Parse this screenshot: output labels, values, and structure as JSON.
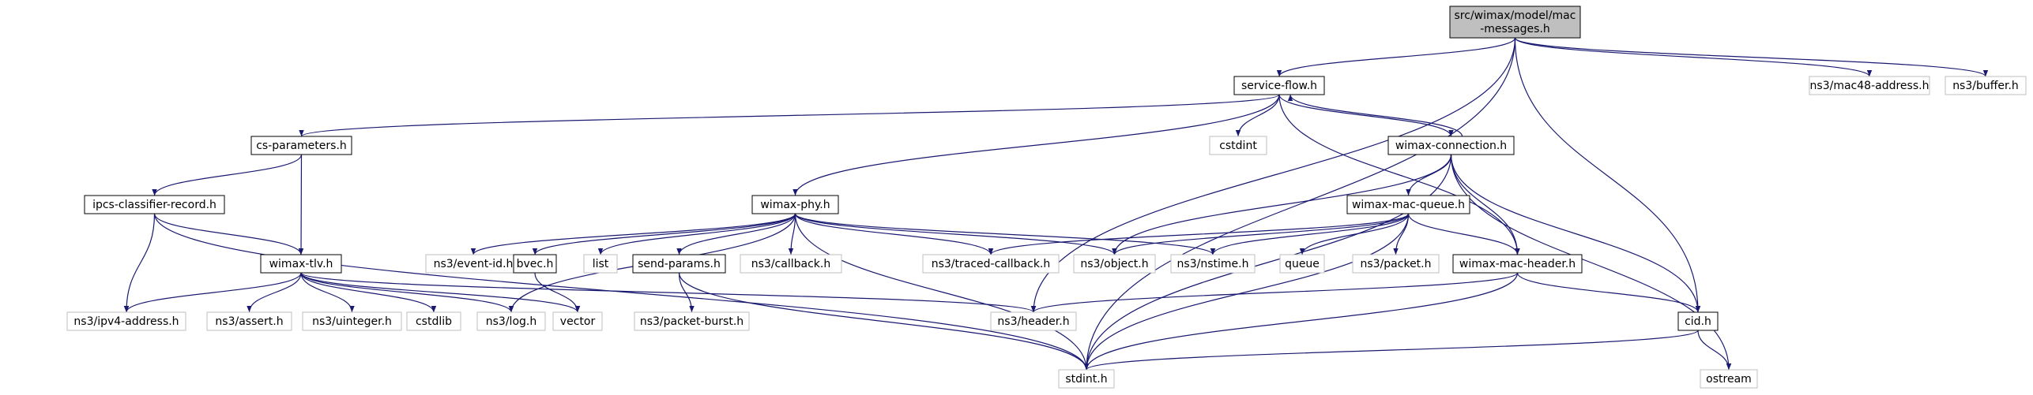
{
  "colors": {
    "edge": "#191970",
    "root_fill": "#bfbfbf",
    "internal_border": "#000000",
    "external_border": "#bfbfbf",
    "background": "#ffffff"
  },
  "nodes": [
    {
      "id": "root",
      "kind": "root",
      "lines": [
        "src/wimax/model/mac",
        "-messages.h"
      ]
    },
    {
      "id": "service_flow",
      "kind": "internal",
      "lines": [
        "service-flow.h"
      ]
    },
    {
      "id": "mac48",
      "kind": "external",
      "lines": [
        "ns3/mac48-address.h"
      ]
    },
    {
      "id": "buffer",
      "kind": "external",
      "lines": [
        "ns3/buffer.h"
      ]
    },
    {
      "id": "cs_params",
      "kind": "internal",
      "lines": [
        "cs-parameters.h"
      ]
    },
    {
      "id": "cstdint",
      "kind": "external",
      "lines": [
        "cstdint"
      ]
    },
    {
      "id": "wimax_conn",
      "kind": "internal",
      "lines": [
        "wimax-connection.h"
      ]
    },
    {
      "id": "ipcs",
      "kind": "internal",
      "lines": [
        "ipcs-classifier-record.h"
      ]
    },
    {
      "id": "wimax_phy",
      "kind": "internal",
      "lines": [
        "wimax-phy.h"
      ]
    },
    {
      "id": "mac_queue",
      "kind": "internal",
      "lines": [
        "wimax-mac-queue.h"
      ]
    },
    {
      "id": "tlv",
      "kind": "internal",
      "lines": [
        "wimax-tlv.h"
      ]
    },
    {
      "id": "event_id",
      "kind": "external",
      "lines": [
        "ns3/event-id.h"
      ]
    },
    {
      "id": "bvec",
      "kind": "internal",
      "lines": [
        "bvec.h"
      ]
    },
    {
      "id": "list",
      "kind": "external",
      "lines": [
        "list"
      ]
    },
    {
      "id": "send_params",
      "kind": "internal",
      "lines": [
        "send-params.h"
      ]
    },
    {
      "id": "callback",
      "kind": "external",
      "lines": [
        "ns3/callback.h"
      ]
    },
    {
      "id": "traced_cb",
      "kind": "external",
      "lines": [
        "ns3/traced-callback.h"
      ]
    },
    {
      "id": "object",
      "kind": "external",
      "lines": [
        "ns3/object.h"
      ]
    },
    {
      "id": "nstime",
      "kind": "external",
      "lines": [
        "ns3/nstime.h"
      ]
    },
    {
      "id": "queue",
      "kind": "external",
      "lines": [
        "queue"
      ]
    },
    {
      "id": "packet",
      "kind": "external",
      "lines": [
        "ns3/packet.h"
      ]
    },
    {
      "id": "mac_header",
      "kind": "internal",
      "lines": [
        "wimax-mac-header.h"
      ]
    },
    {
      "id": "ipv4",
      "kind": "external",
      "lines": [
        "ns3/ipv4-address.h"
      ]
    },
    {
      "id": "assert",
      "kind": "external",
      "lines": [
        "ns3/assert.h"
      ]
    },
    {
      "id": "uinteger",
      "kind": "external",
      "lines": [
        "ns3/uinteger.h"
      ]
    },
    {
      "id": "cstdlib",
      "kind": "external",
      "lines": [
        "cstdlib"
      ]
    },
    {
      "id": "log",
      "kind": "external",
      "lines": [
        "ns3/log.h"
      ]
    },
    {
      "id": "vector",
      "kind": "external",
      "lines": [
        "vector"
      ]
    },
    {
      "id": "packet_burst",
      "kind": "external",
      "lines": [
        "ns3/packet-burst.h"
      ]
    },
    {
      "id": "header",
      "kind": "external",
      "lines": [
        "ns3/header.h"
      ]
    },
    {
      "id": "cid",
      "kind": "internal",
      "lines": [
        "cid.h"
      ]
    },
    {
      "id": "stdint",
      "kind": "external",
      "lines": [
        "stdint.h"
      ]
    },
    {
      "id": "ostream",
      "kind": "external",
      "lines": [
        "ostream"
      ]
    }
  ],
  "edges": [
    [
      "root",
      "service_flow"
    ],
    [
      "root",
      "mac48"
    ],
    [
      "root",
      "buffer"
    ],
    [
      "root",
      "header"
    ],
    [
      "root",
      "cid"
    ],
    [
      "root",
      "stdint"
    ],
    [
      "service_flow",
      "cs_params"
    ],
    [
      "service_flow",
      "cstdint"
    ],
    [
      "service_flow",
      "wimax_conn"
    ],
    [
      "service_flow",
      "wimax_phy"
    ],
    [
      "service_flow",
      "mac_header"
    ],
    [
      "wimax_conn",
      "service_flow"
    ],
    [
      "wimax_conn",
      "mac_queue"
    ],
    [
      "wimax_conn",
      "object"
    ],
    [
      "wimax_conn",
      "mac_header"
    ],
    [
      "wimax_conn",
      "cid"
    ],
    [
      "wimax_conn",
      "stdint"
    ],
    [
      "wimax_conn",
      "ostream"
    ],
    [
      "cs_params",
      "ipcs"
    ],
    [
      "cs_params",
      "tlv"
    ],
    [
      "ipcs",
      "tlv"
    ],
    [
      "ipcs",
      "ipv4"
    ],
    [
      "ipcs",
      "stdint"
    ],
    [
      "wimax_phy",
      "event_id"
    ],
    [
      "wimax_phy",
      "bvec"
    ],
    [
      "wimax_phy",
      "list"
    ],
    [
      "wimax_phy",
      "send_params"
    ],
    [
      "wimax_phy",
      "callback"
    ],
    [
      "wimax_phy",
      "traced_cb"
    ],
    [
      "wimax_phy",
      "object"
    ],
    [
      "wimax_phy",
      "nstime"
    ],
    [
      "wimax_phy",
      "log"
    ],
    [
      "wimax_phy",
      "stdint"
    ],
    [
      "mac_queue",
      "traced_cb"
    ],
    [
      "mac_queue",
      "object"
    ],
    [
      "mac_queue",
      "nstime"
    ],
    [
      "mac_queue",
      "queue"
    ],
    [
      "mac_queue",
      "packet"
    ],
    [
      "mac_queue",
      "mac_header"
    ],
    [
      "mac_queue",
      "stdint"
    ],
    [
      "tlv",
      "ipv4"
    ],
    [
      "tlv",
      "assert"
    ],
    [
      "tlv",
      "uinteger"
    ],
    [
      "tlv",
      "cstdlib"
    ],
    [
      "tlv",
      "log"
    ],
    [
      "tlv",
      "vector"
    ],
    [
      "tlv",
      "header"
    ],
    [
      "bvec",
      "vector"
    ],
    [
      "send_params",
      "packet_burst"
    ],
    [
      "send_params",
      "stdint"
    ],
    [
      "mac_header",
      "header"
    ],
    [
      "mac_header",
      "cid"
    ],
    [
      "mac_header",
      "stdint"
    ],
    [
      "cid",
      "stdint"
    ],
    [
      "cid",
      "ostream"
    ]
  ]
}
